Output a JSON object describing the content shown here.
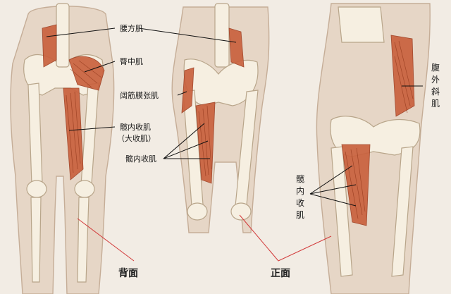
{
  "labels": {
    "quadratus_lumborum": "腰方肌",
    "gluteus_medius": "臀中肌",
    "tensor_fasciae_latae": "阔筋膜张肌",
    "hip_adductors_back": "髋内收肌",
    "adductor_magnus": "（大收肌）",
    "hip_adductors_front": "髋内收肌",
    "external_oblique_vertical": [
      "腹",
      "外",
      "斜",
      "肌"
    ],
    "hip_adductors_right_vertical": [
      "髋",
      "内",
      "收",
      "肌"
    ],
    "back_view": "背面",
    "front_view": "正面"
  },
  "colors": {
    "background": "#f2ece4",
    "muscle": "#c9613e",
    "bone": "#f6efe1",
    "skin": "#e6d6c6",
    "red_leader": "#d23a3a"
  }
}
